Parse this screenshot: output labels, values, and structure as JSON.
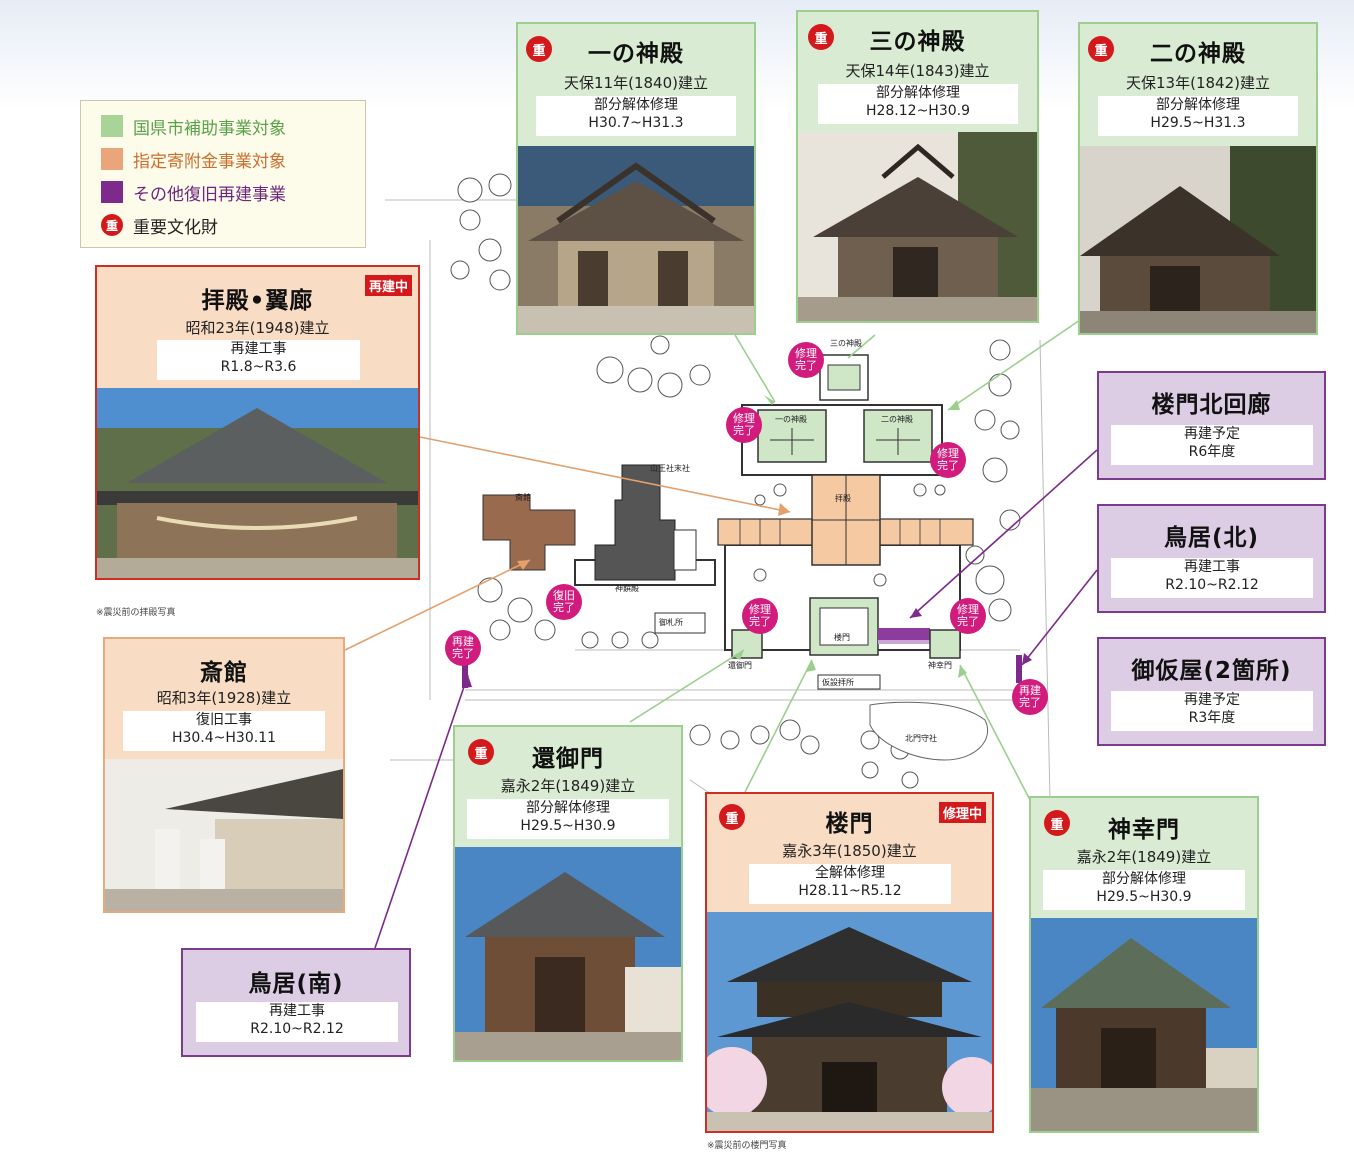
{
  "legend": {
    "items": [
      {
        "label": "国県市補助事業対象",
        "color": "#a8d597"
      },
      {
        "label": "指定寄附金事業対象",
        "color": "#eaa67a"
      },
      {
        "label": "その他復旧再建事業",
        "color": "#7d2a8c"
      },
      {
        "label": "重要文化財",
        "badge": "重"
      }
    ]
  },
  "badge_text": "重",
  "buildings": {
    "ichi": {
      "title": "一の神殿",
      "year": "天保11年(1840)建立",
      "work": "部分解体修理",
      "period": "H30.7~H31.3"
    },
    "san": {
      "title": "三の神殿",
      "year": "天保14年(1843)建立",
      "work": "部分解体修理",
      "period": "H28.12~H30.9"
    },
    "ni": {
      "title": "二の神殿",
      "year": "天保13年(1842)建立",
      "work": "部分解体修理",
      "period": "H29.5~H31.3"
    },
    "haiden": {
      "title": "拝殿•翼廊",
      "tag": "再建中",
      "year": "昭和23年(1948)建立",
      "work": "再建工事",
      "period": "R1.8~R3.6",
      "note": "※震災前の拝殿写真"
    },
    "saikan": {
      "title": "斎館",
      "year": "昭和3年(1928)建立",
      "work": "復旧工事",
      "period": "H30.4~H30.11"
    },
    "torii_s": {
      "title": "鳥居(南)",
      "work": "再建工事",
      "period": "R2.10~R2.12"
    },
    "kangyo": {
      "title": "還御門",
      "year": "嘉永2年(1849)建立",
      "work": "部分解体修理",
      "period": "H29.5~H30.9"
    },
    "romon": {
      "title": "楼門",
      "tag": "修理中",
      "year": "嘉永3年(1850)建立",
      "work": "全解体修理",
      "period": "H28.11~R5.12",
      "note": "※震災前の楼門写真"
    },
    "shinko": {
      "title": "神幸門",
      "year": "嘉永2年(1849)建立",
      "work": "部分解体修理",
      "period": "H29.5~H30.9"
    },
    "romon_kita": {
      "title": "楼門北回廊",
      "work": "再建予定",
      "period": "R6年度"
    },
    "torii_n": {
      "title": "鳥居(北)",
      "work": "再建工事",
      "period": "R2.10~R2.12"
    },
    "karigoya": {
      "title": "御仮屋(2箇所)",
      "work": "再建予定",
      "period": "R3年度"
    }
  },
  "status": {
    "shuri": [
      "修理",
      "完了"
    ],
    "saiken": [
      "再建",
      "完了"
    ],
    "fukkyu": [
      "復旧",
      "完了"
    ]
  },
  "map_labels": {
    "sannoshinden": "三の神殿",
    "ichinoshinden": "一の神殿",
    "ninoshinden": "二の神殿",
    "haiden": "拝殿",
    "saikan": "斎館",
    "shinkoden": "神饌殿",
    "romon": "楼門",
    "kangyomon": "還御門",
    "shinkomon": "神幸門",
    "yamanokami": "山王社末社",
    "fudasho": "御札所",
    "kasetsu": "仮設拝所",
    "kitamon": "北門守社"
  }
}
